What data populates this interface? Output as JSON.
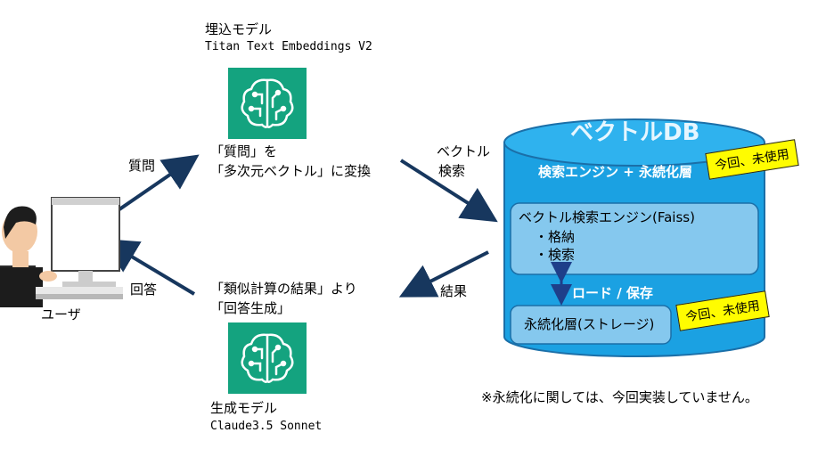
{
  "embed_model": {
    "title": "埋込モデル",
    "name": "Titan Text Embeddings V2",
    "icon": "brain-circuit-icon"
  },
  "gen_model": {
    "title": "生成モデル",
    "name": "Claude3.5 Sonnet",
    "icon": "brain-circuit-icon"
  },
  "user": {
    "label": "ユーザ",
    "icon": "user-at-computer-icon"
  },
  "arrows": {
    "question": "質問",
    "answer": "回答",
    "vector_search": [
      "ベクトル",
      "検索"
    ],
    "result": "結果"
  },
  "embed_desc": [
    "「質問」を",
    "「多次元ベクトル」に変換"
  ],
  "gen_desc": [
    "「類似計算の結果」より",
    "「回答生成」"
  ],
  "vectordb": {
    "title": "ベクトルDB",
    "subtitle": "検索エンジン + 永続化層",
    "engine_title": "ベクトル検索エンジン(Faiss)",
    "engine_items": [
      "・格納",
      "・検索"
    ],
    "load_save": "ロード / 保存",
    "storage": "永続化層(ストレージ)",
    "tag_top": "今回、未使用",
    "tag_bottom": "今回、未使用"
  },
  "footnote": "※永続化に関しては、今回実装していません。",
  "colors": {
    "db_fill": "#1ba1e2",
    "db_top": "#2fb2ee",
    "model_green": "#14a37f",
    "arrow": "#17375e",
    "tag": "#fffc00"
  }
}
